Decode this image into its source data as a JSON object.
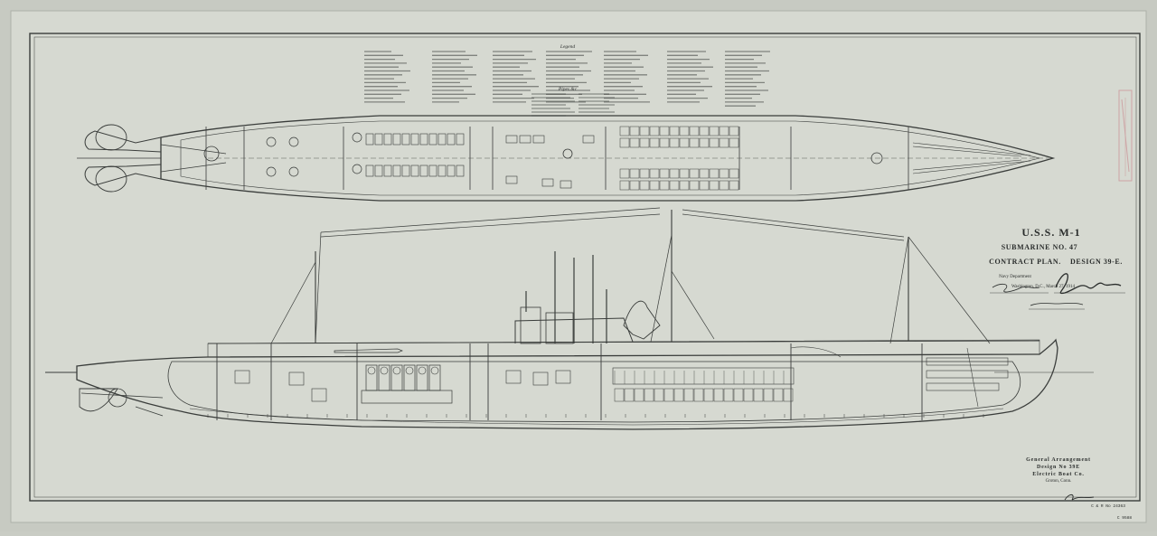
{
  "title_block": {
    "ship": "U.S.S. M-1",
    "submarine_no": "SUBMARINE NO. 47",
    "contract_plan": "CONTRACT PLAN.",
    "design": "DESIGN 39-E.",
    "navy_dept": "Navy Department",
    "place_date": "Washington, D.C., March 27, 1914"
  },
  "bottom_block": {
    "line1": "General Arrangement",
    "line2": "Design No 39E",
    "line3": "Electric Boat Co.",
    "line4": "Groton, Conn."
  },
  "drawing_number": "C & R  No 24363",
  "file_number": "C 9588",
  "legend": {
    "heading": "Legend",
    "sub_heading": "Pipes &c"
  },
  "colors": {
    "paper": "#d5d8d0",
    "ink": "#3a3d3b",
    "stamp": "#c67a82"
  },
  "icons": [
    "signature-mark",
    "red-stamp"
  ]
}
